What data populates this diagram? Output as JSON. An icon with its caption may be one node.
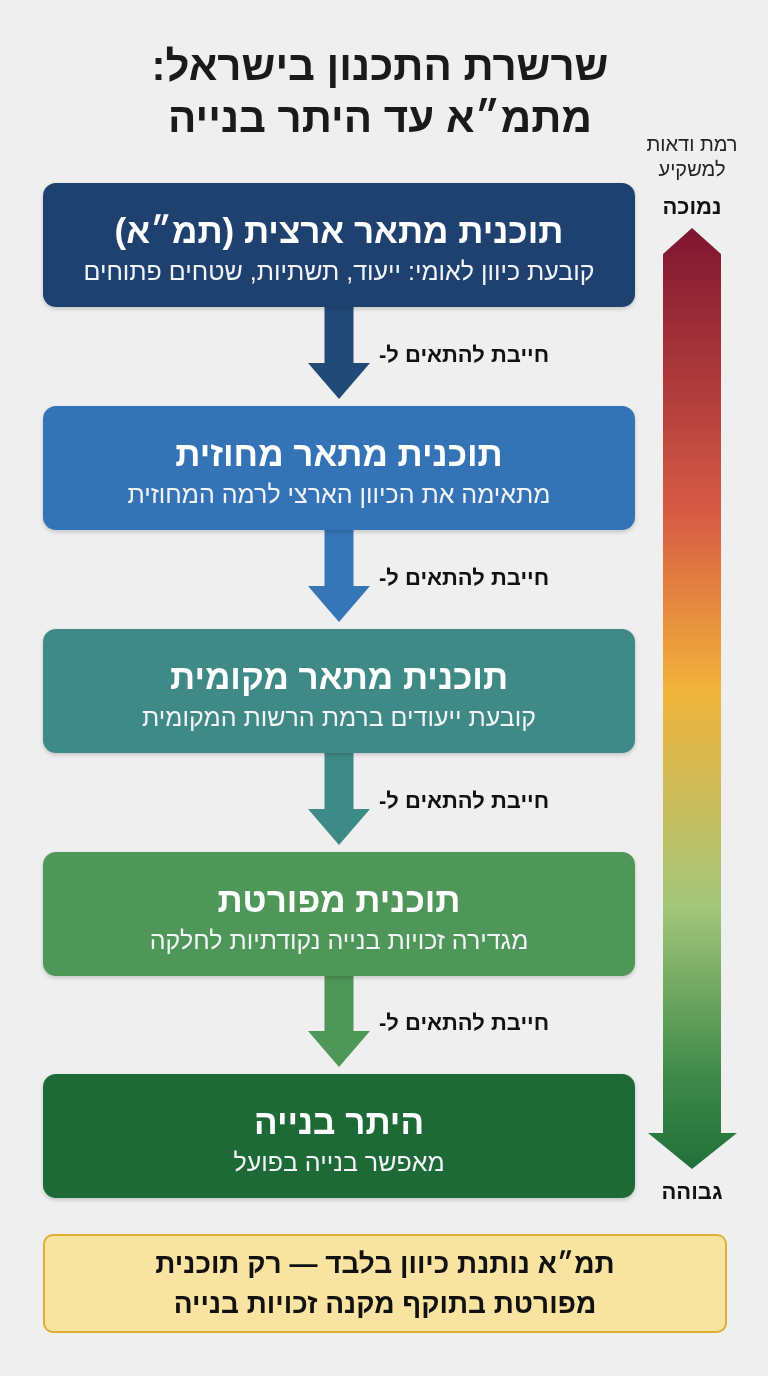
{
  "diagram": {
    "title": "שרשרת התכנון בישראל: מתמ״א עד היתר בנייה",
    "nodes": [
      {
        "text": [
          "תוכנית מתאר ארצית (תמ״א)",
          "קובעת כיוון לאומי: ייעוד, תשתיות, שטחים פתוחים"
        ]
      },
      {
        "text": [
          "תוכנית מתאר מחוזית",
          "מתאימה את הכיוון הארצי לרמה המחוזית"
        ]
      },
      {
        "text": [
          "תוכנית מתאר מקומית",
          "קובעת ייעודים ברמת הרשות המקומית"
        ]
      },
      {
        "text": [
          "תוכנית מפורטת",
          "מגדירה זכויות בנייה נקודתיות לחלקה"
        ]
      },
      {
        "text": [
          "היתר בנייה",
          "מאפשר בנייה בפועל"
        ]
      },
      {
        "text": [
          "תמ״א נותנת כיוון בלבד — רק תוכנית מפורטת בתוקף מקנה זכויות בנייה"
        ]
      }
    ],
    "edges": [
      {
        "from": 0,
        "to": 1,
        "arrow": "to",
        "label": "חייבת להתאים ל-",
        "color": "#224a78"
      },
      {
        "from": 1,
        "to": 2,
        "arrow": "to",
        "label": "חייבת להתאים ל-",
        "color": "#3676b7"
      },
      {
        "from": 2,
        "to": 3,
        "arrow": "to",
        "label": "חייבת להתאים ל-",
        "color": "#3e8a86"
      },
      {
        "from": 3,
        "to": 4,
        "arrow": "to",
        "label": "חייבת להתאים ל-",
        "color": "#4f9659"
      }
    ],
    "labels": [
      "רמת ודאות למשקיע",
      "נמוכה",
      "גבוהה"
    ]
  }
}
